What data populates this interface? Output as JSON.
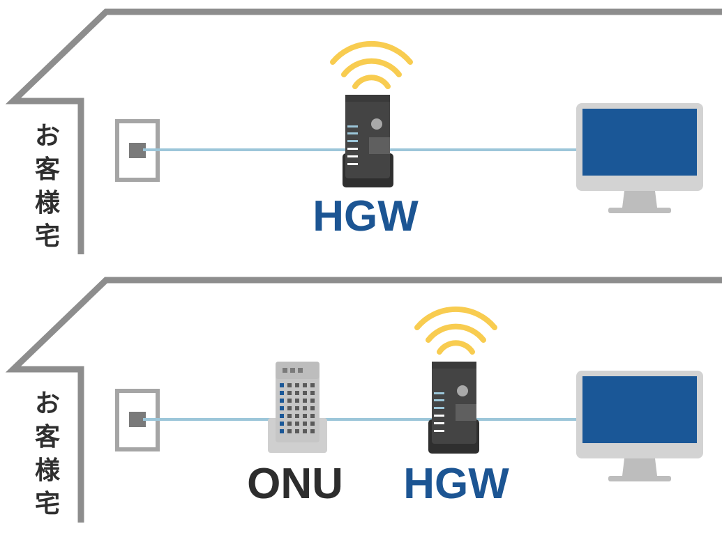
{
  "colors": {
    "roof": "#8d8d8d",
    "cable": "#9cc6d9",
    "wifi": "#f8cc50",
    "hgw_body": "#444444",
    "screen": "#1a5797",
    "hgw_text": "#1c5593",
    "onu_text": "#2d2d2d"
  },
  "houses": [
    {
      "label_chars": [
        "お",
        "客",
        "様",
        "宅"
      ],
      "devices": [
        {
          "type": "hgw",
          "label": "HGW",
          "icon": "wifi-icon"
        }
      ]
    },
    {
      "label_chars": [
        "お",
        "客",
        "様",
        "宅"
      ],
      "devices": [
        {
          "type": "onu",
          "label": "ONU"
        },
        {
          "type": "hgw",
          "label": "HGW",
          "icon": "wifi-icon"
        }
      ]
    }
  ]
}
